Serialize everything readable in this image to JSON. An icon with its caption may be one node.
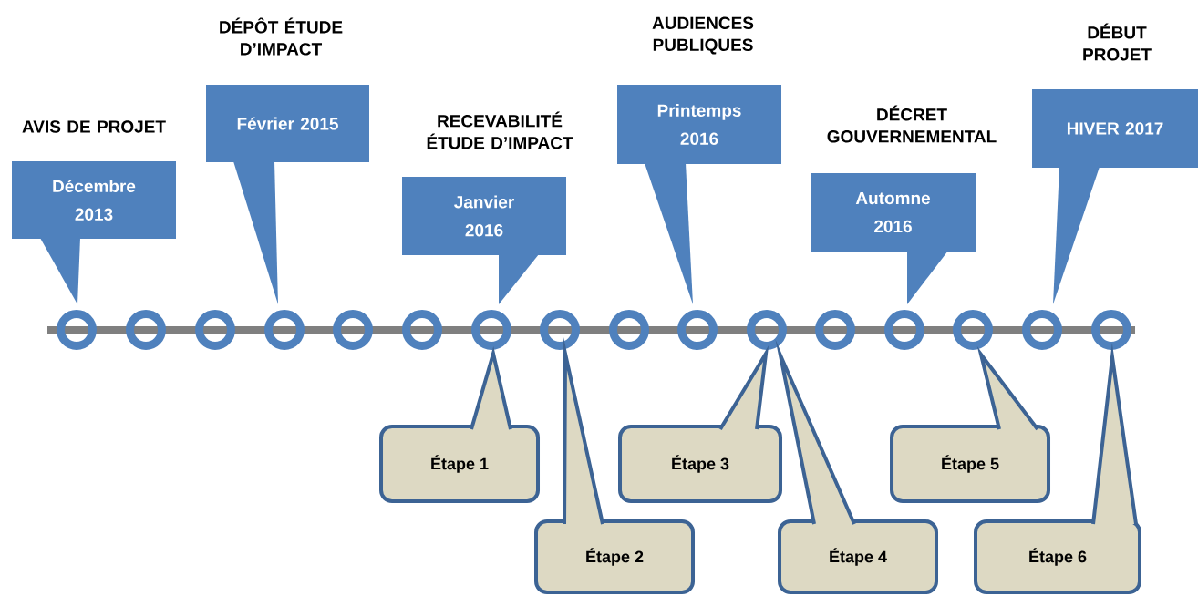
{
  "diagram": {
    "nodes": [
      {
        "text": [
          "AVIS DE PROJET",
          "Décembre 2013"
        ]
      },
      {
        "text": [
          "DÉPÔT ÉTUDE D’IMPACT",
          "Février 2015"
        ]
      },
      {
        "text": [
          "RECEVABILITÉ ÉTUDE D’IMPACT",
          "Janvier 2016"
        ]
      },
      {
        "text": [
          "AUDIENCES PUBLIQUES",
          "Printemps 2016"
        ]
      },
      {
        "text": [
          "DÉCRET GOUVERNEMENTAL",
          "Automne 2016"
        ]
      },
      {
        "text": [
          "DÉBUT PROJET",
          "HIVER 2017"
        ]
      },
      {
        "text": [
          "Étape 1"
        ]
      },
      {
        "text": [
          "Étape 2"
        ]
      },
      {
        "text": [
          "Étape 3"
        ]
      },
      {
        "text": [
          "Étape 4"
        ]
      },
      {
        "text": [
          "Étape 5"
        ]
      },
      {
        "text": [
          "Étape 6"
        ]
      }
    ]
  }
}
